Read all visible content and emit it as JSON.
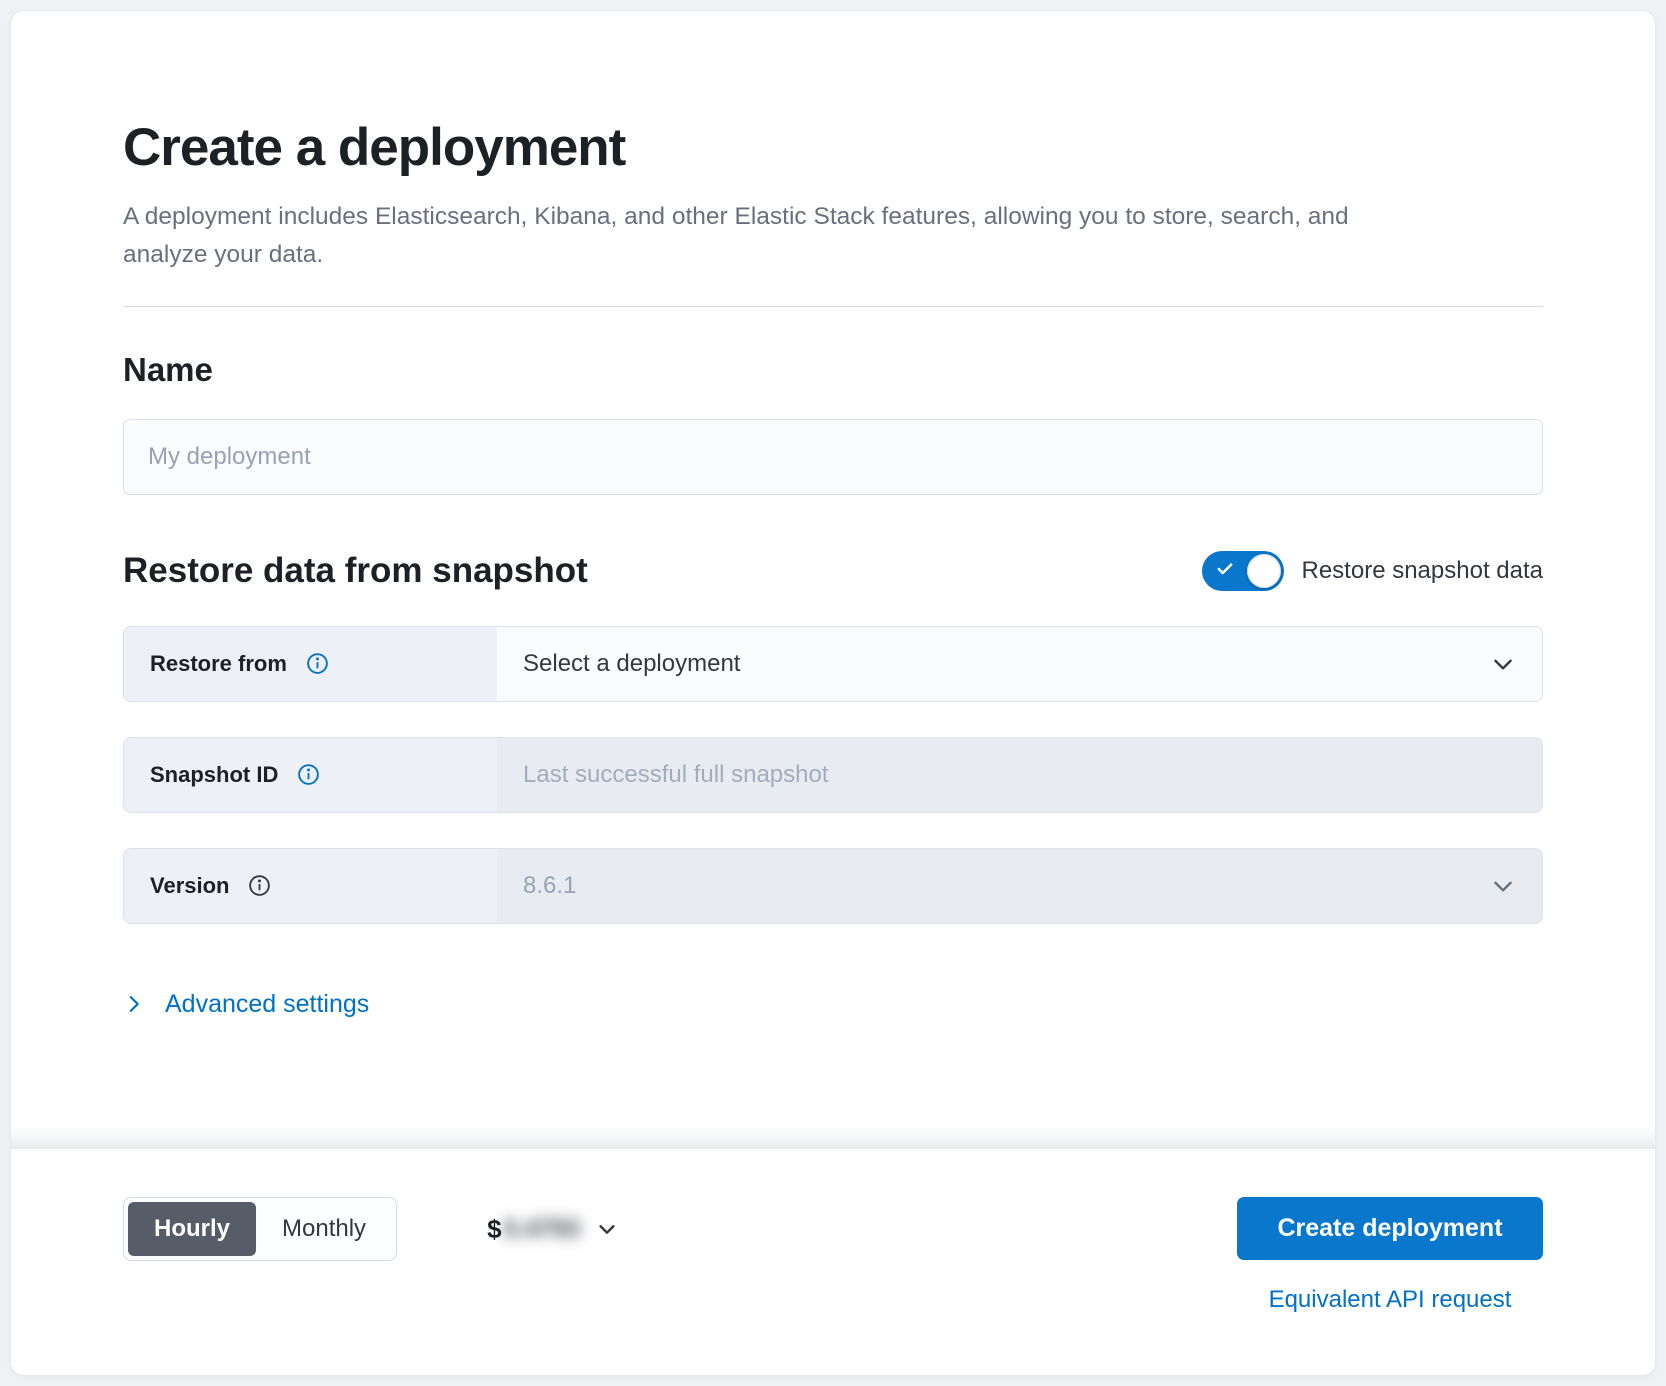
{
  "header": {
    "title": "Create a deployment",
    "subtitle": "A deployment includes Elasticsearch, Kibana, and other Elastic Stack features, allowing you to store, search, and analyze your data."
  },
  "name_section": {
    "heading": "Name",
    "placeholder": "My deployment"
  },
  "snapshot_section": {
    "heading": "Restore data from snapshot",
    "toggle": {
      "label": "Restore snapshot data",
      "state": "on"
    },
    "restore_from": {
      "label": "Restore from",
      "value": "Select a deployment"
    },
    "snapshot_id": {
      "label": "Snapshot ID",
      "placeholder": "Last successful full snapshot"
    },
    "version": {
      "label": "Version",
      "value": "8.6.1"
    }
  },
  "advanced_settings": {
    "label": "Advanced settings"
  },
  "footer": {
    "billing_period": {
      "options": [
        "Hourly",
        "Monthly"
      ],
      "selected": "Hourly"
    },
    "price": {
      "currency_symbol": "$",
      "amount": "0.4793",
      "masked": true
    },
    "create_button_label": "Create deployment",
    "api_link_label": "Equivalent API request"
  },
  "colors": {
    "link_blue": "#0071C3",
    "button_blue": "#0877CC",
    "toggle_blue": "#0877CC",
    "selected_segment_gray": "#565D68",
    "label_cell_bg": "#EDF0F6",
    "disabled_field_bg": "#E8ECF2"
  }
}
